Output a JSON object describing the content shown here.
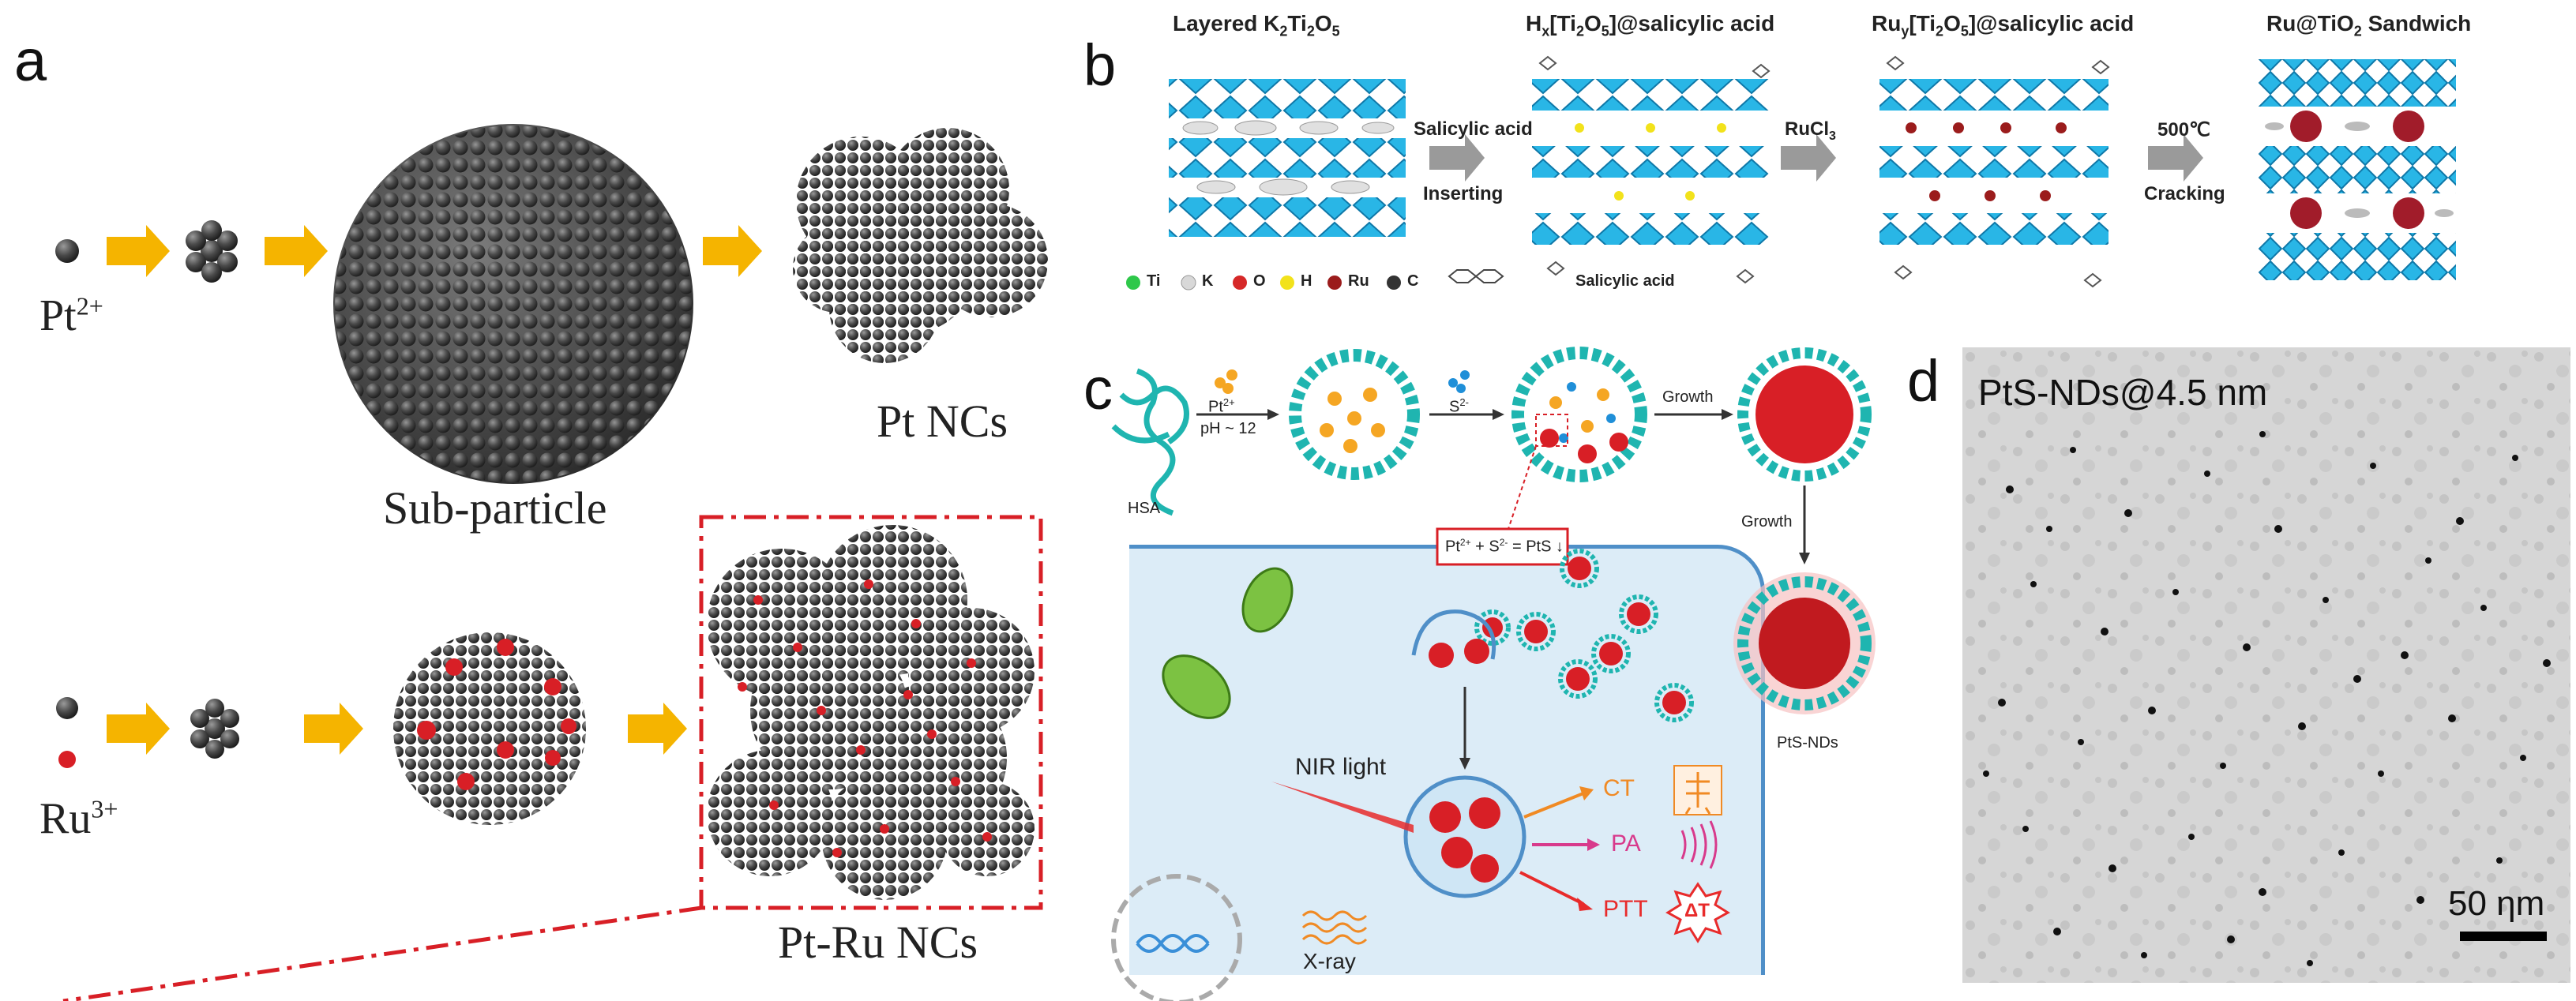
{
  "panel_a": {
    "letter": "a",
    "ion_pt": "Pt",
    "ion_pt_sup": "2+",
    "ion_ru": "Ru",
    "ion_ru_sup": "3+",
    "label_subparticle": "Sub-particle",
    "label_pt_ncs": "Pt NCs",
    "label_ptru_ncs": "Pt-Ru NCs",
    "arrow_color": "#f5b400",
    "sphere_color": "#4a4a4a",
    "ru_color": "#d81f26",
    "inset_border_color": "#d81f26"
  },
  "panel_b": {
    "letter": "b",
    "titles": {
      "t1_main": "Layered K",
      "t1_sub1": "2",
      "t1_mid": "Ti",
      "t1_sub2": "2",
      "t1_end": "O",
      "t1_sub3": "5",
      "t2_pre": "H",
      "t2_sub1": "x",
      "t2_mid": "[Ti",
      "t2_sub2": "2",
      "t2_mid2": "O",
      "t2_sub3": "5",
      "t2_end": "]@salicylic acid",
      "t3_pre": "Ru",
      "t3_sub1": "y",
      "t3_mid": "[Ti",
      "t3_sub2": "2",
      "t3_mid2": "O",
      "t3_sub3": "5",
      "t3_end": "]@salicylic acid",
      "t4_pre": "Ru@TiO",
      "t4_sub": "2",
      "t4_end": " Sandwich"
    },
    "arrow1_top": "Salicylic acid",
    "arrow1_bottom": "Inserting",
    "arrow2_label": "RuCl",
    "arrow2_sub": "3",
    "arrow3_top": "500℃",
    "arrow3_bottom": "Cracking",
    "legend": [
      {
        "label": "Ti",
        "color": "#2ec84a"
      },
      {
        "label": "K",
        "color": "#d8d8d8"
      },
      {
        "label": "O",
        "color": "#d62828"
      },
      {
        "label": "H",
        "color": "#f2e21b"
      },
      {
        "label": "Ru",
        "color": "#9b1c1c"
      },
      {
        "label": "C",
        "color": "#333333"
      }
    ],
    "legend_molecule": "Salicylic acid",
    "layer_color": "#29b6e6"
  },
  "panel_c": {
    "letter": "c",
    "hsa": "HSA",
    "pt_ion": "Pt",
    "pt_ion_sup": "2+",
    "ph": "pH ~ 12",
    "s_ion": "S",
    "s_ion_sup": "2-",
    "growth1": "Growth",
    "growth2": "Growth",
    "reaction": "Pt",
    "reaction_sup1": "2+",
    "reaction_mid": " + S",
    "reaction_sup2": "2-",
    "reaction_end": " = PtS",
    "nir": "NIR light",
    "xray": "X-ray",
    "ct": "CT",
    "pa": "PA",
    "ptt": "PTT",
    "delta_t": "ΔT",
    "product": "PtS-NDs",
    "cell_color": "#dcecf7",
    "protein_color": "#1fb5b0",
    "np_color": "#d81f26"
  },
  "panel_d": {
    "letter": "d",
    "caption": "PtS-NDs@4.5 nm",
    "scale_label": "50 ηm"
  }
}
